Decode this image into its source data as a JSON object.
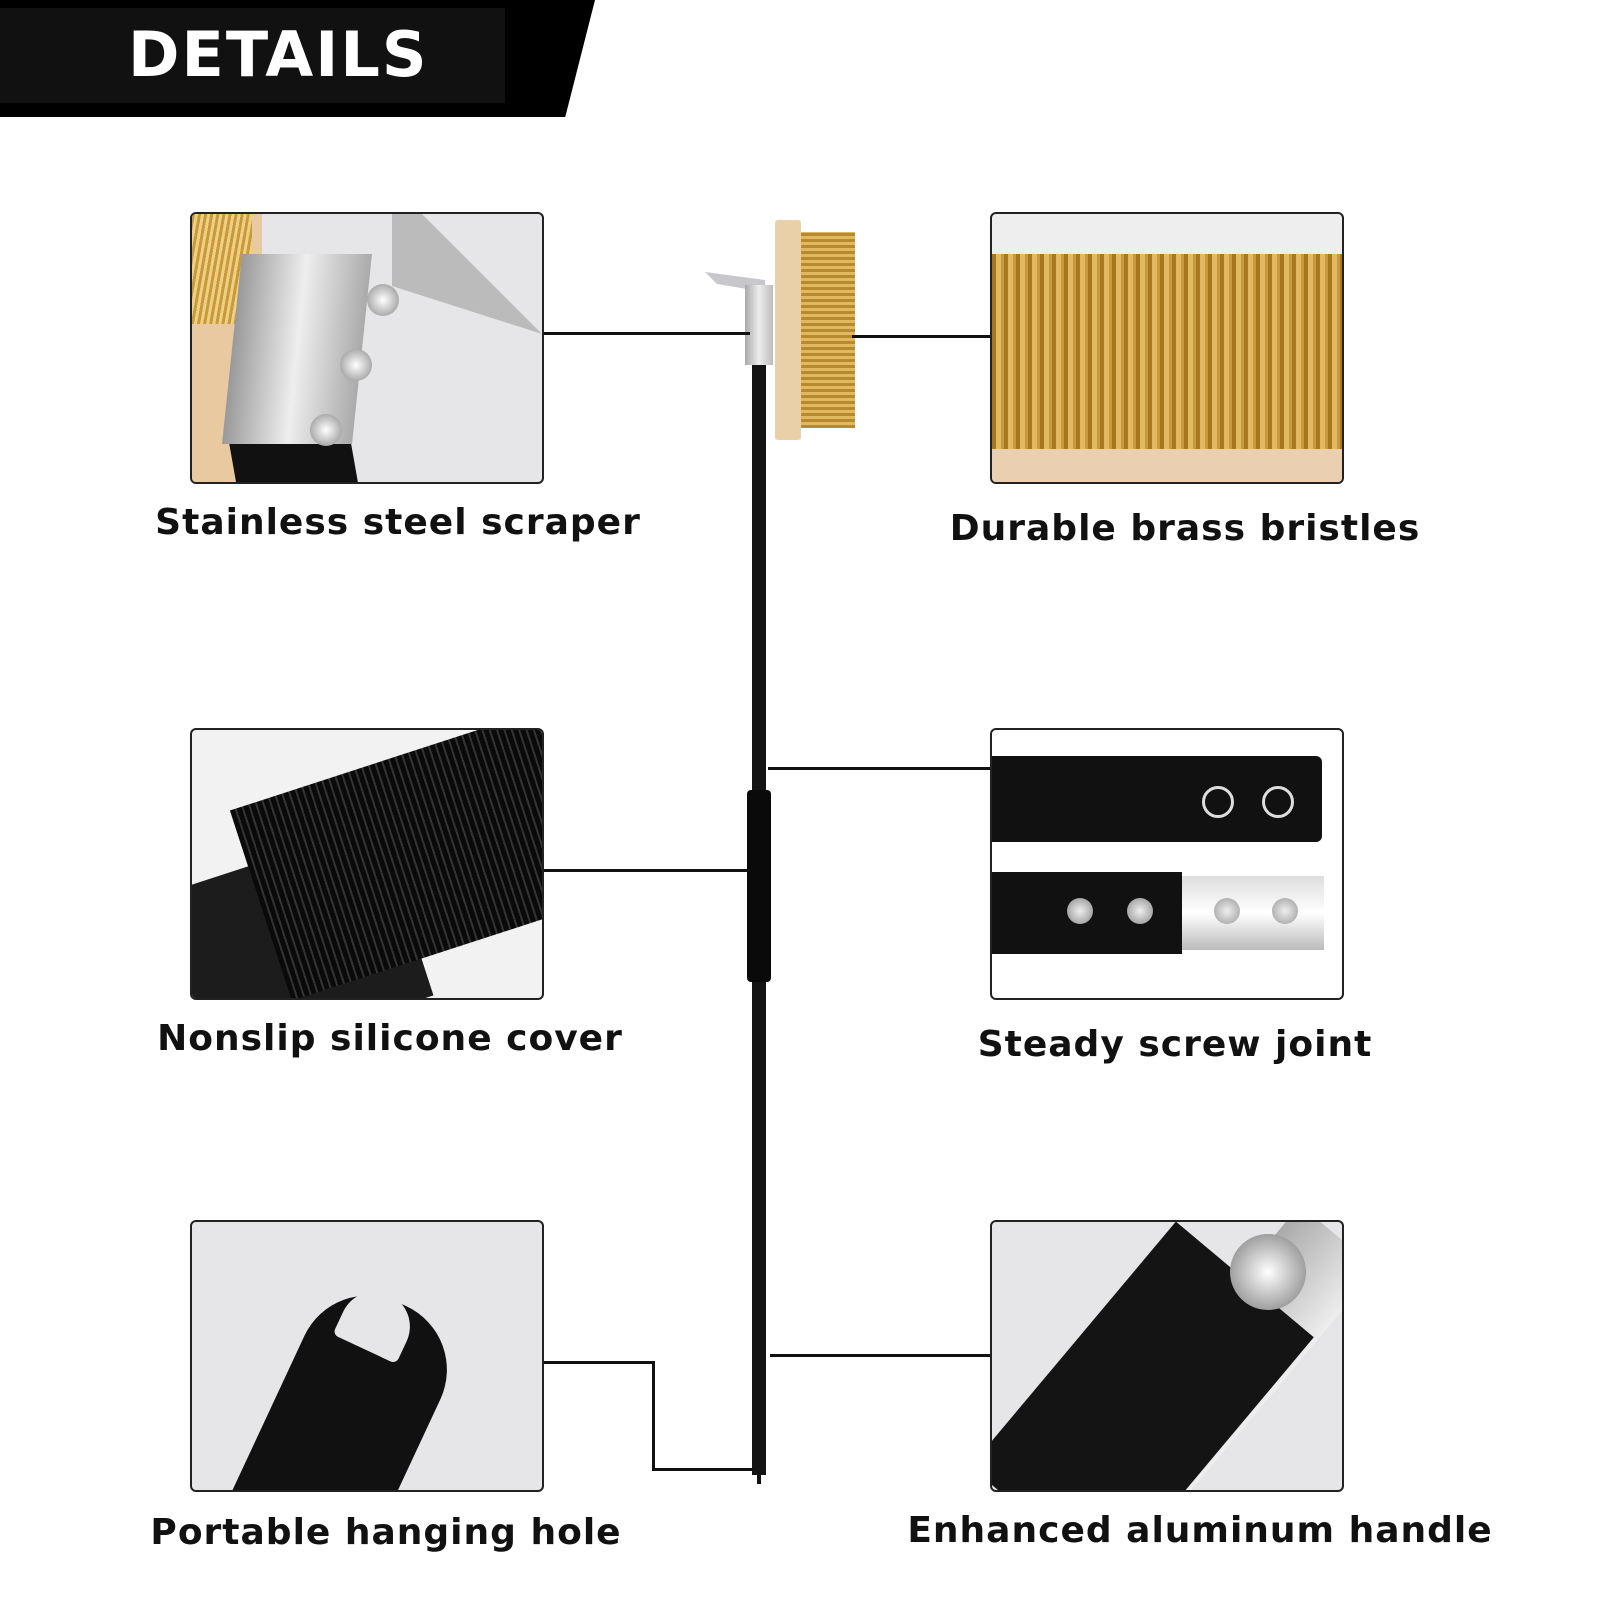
{
  "header": {
    "title": "DETAILS"
  },
  "features": [
    {
      "label": "Stainless steel scraper"
    },
    {
      "label": "Durable brass bristles"
    },
    {
      "label": "Nonslip silicone cover"
    },
    {
      "label": "Steady screw joint"
    },
    {
      "label": "Portable hanging hole"
    },
    {
      "label": "Enhanced aluminum handle"
    }
  ],
  "colors": {
    "brass": "#c8a040",
    "wood": "#e8c9a0",
    "handle": "#111111",
    "steel": "#c8c8cc"
  }
}
